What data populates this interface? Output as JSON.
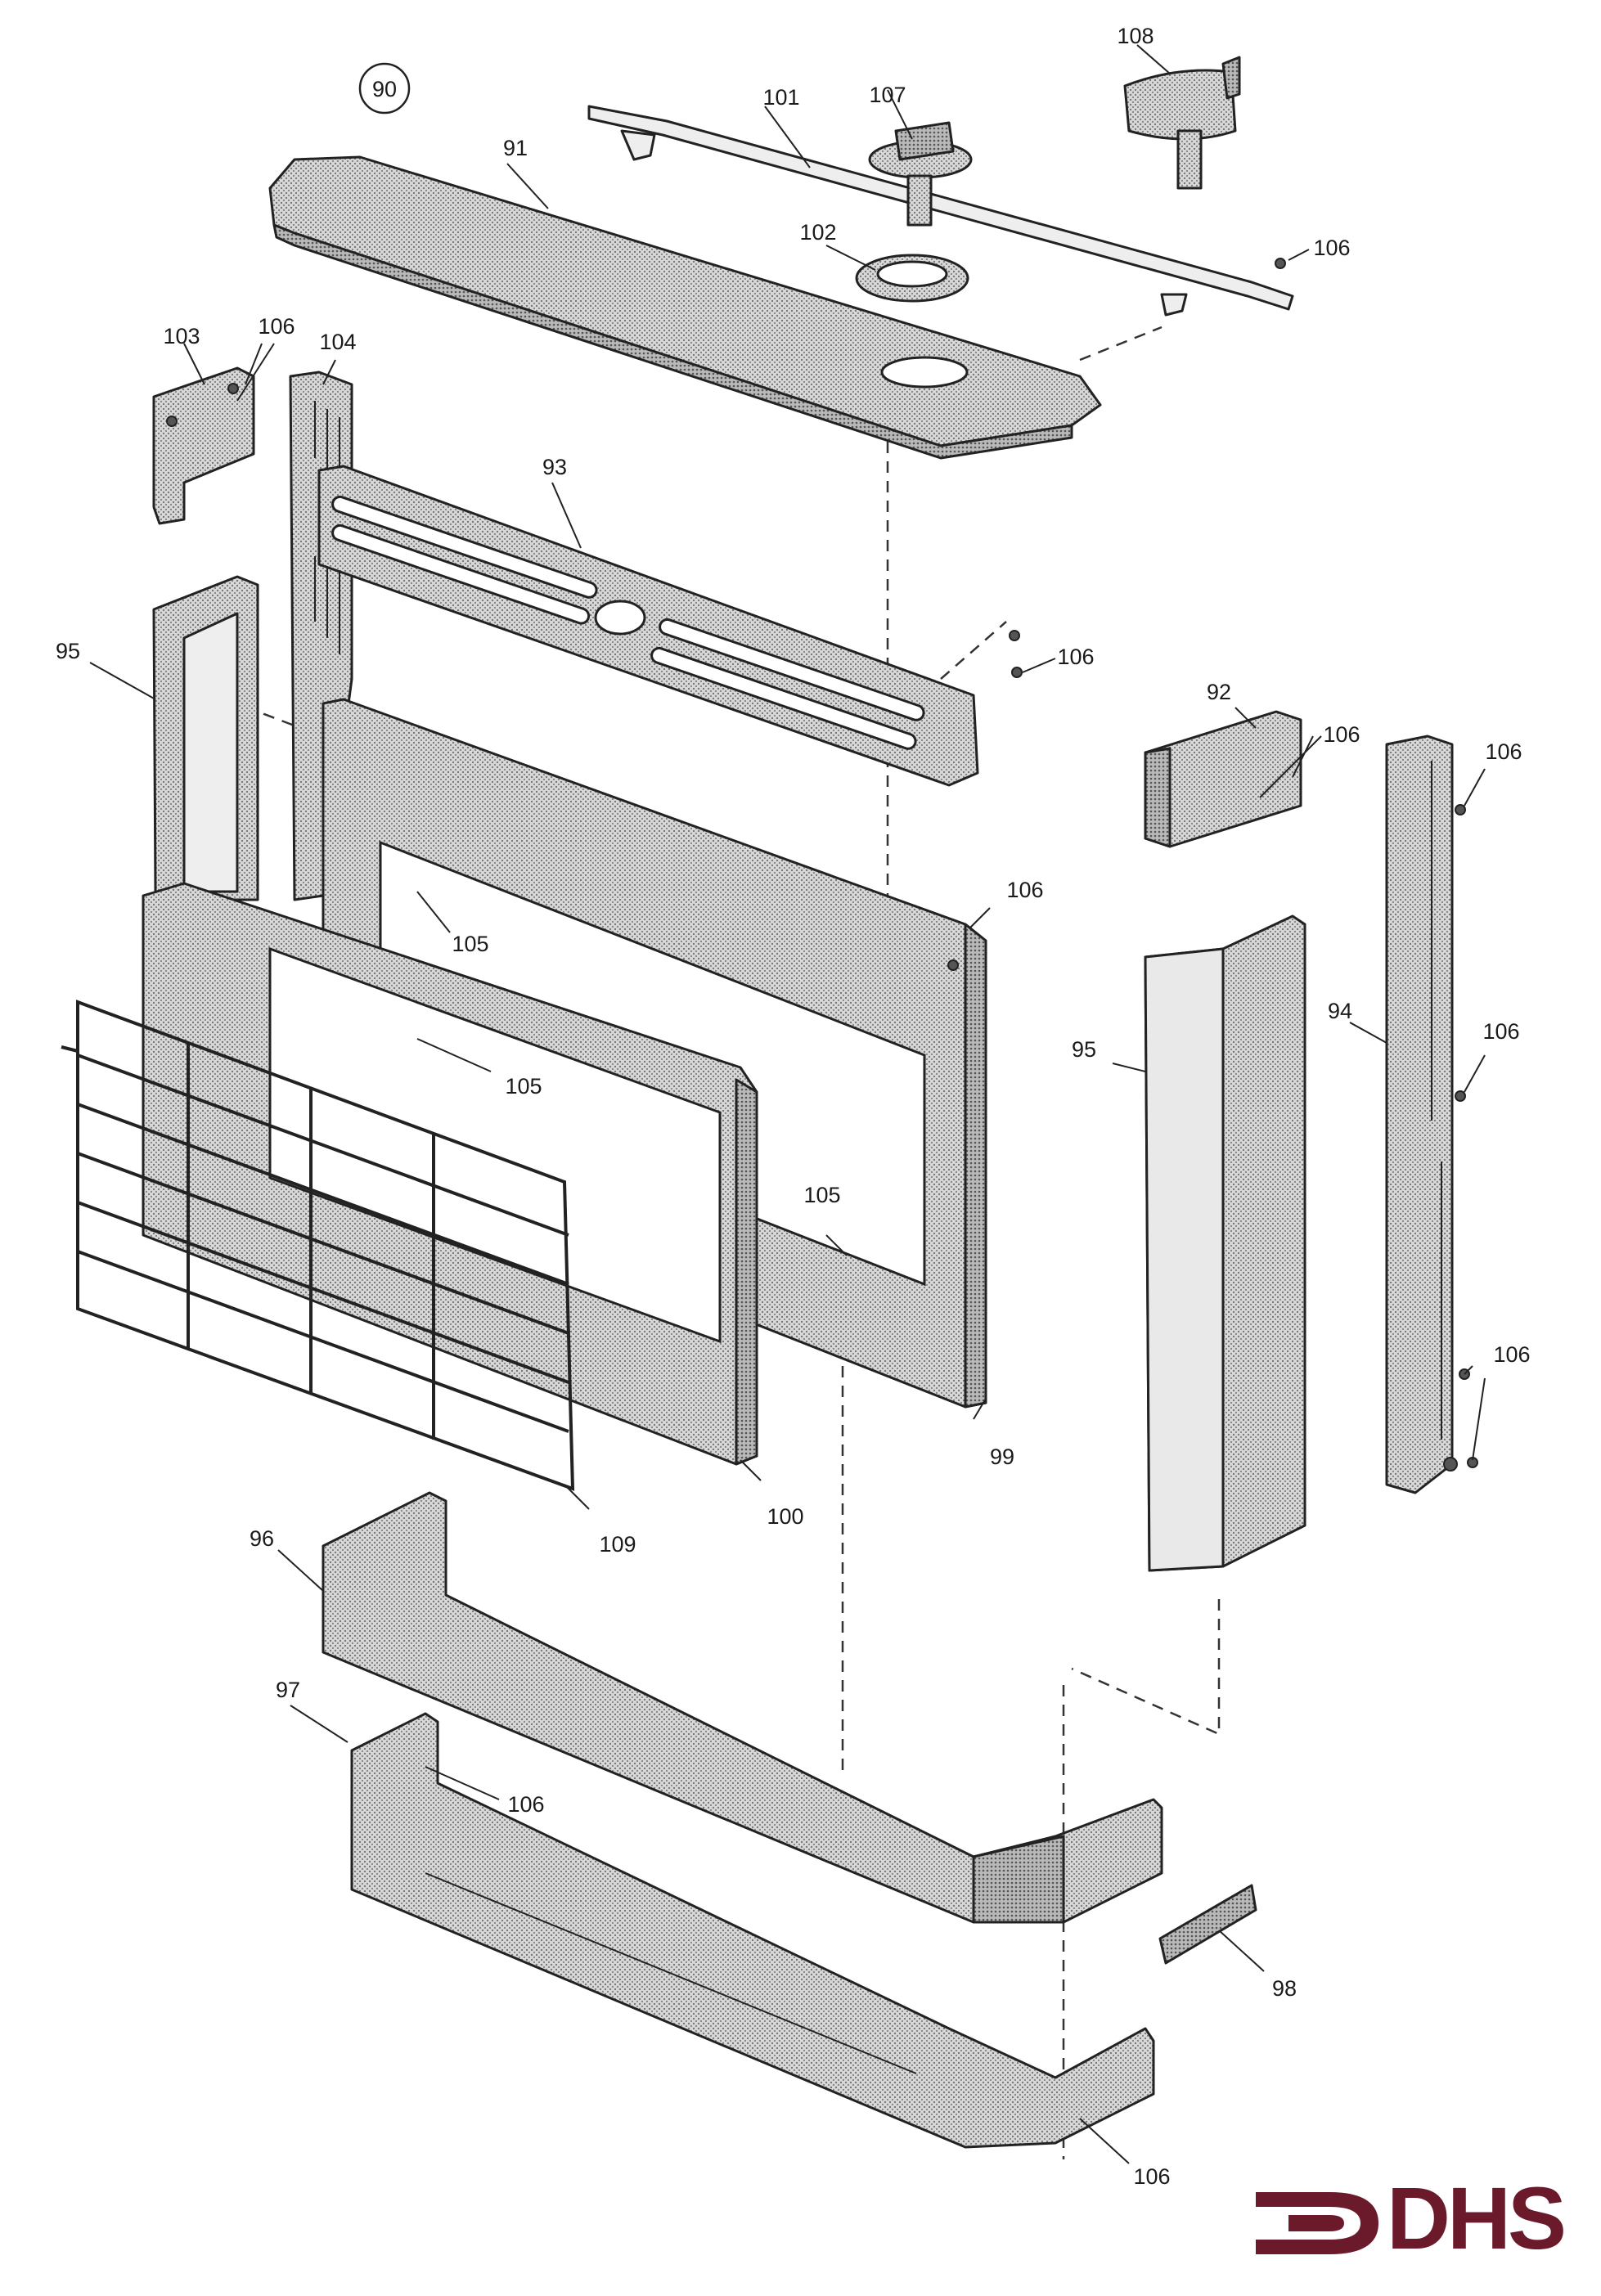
{
  "diagram": {
    "callouts": [
      "90",
      "91",
      "92",
      "93",
      "94",
      "95",
      "95",
      "96",
      "97",
      "98",
      "99",
      "100",
      "101",
      "102",
      "103",
      "104",
      "105",
      "105",
      "105",
      "106",
      "106",
      "106",
      "106",
      "106",
      "106",
      "106",
      "106",
      "106",
      "106",
      "107",
      "108",
      "109"
    ],
    "logo_text": "DHS",
    "colors": {
      "line": "#222222",
      "fill": "#c8c8c8",
      "fill_dark": "#a9a9a9",
      "logo": "#6b1a2c"
    }
  }
}
